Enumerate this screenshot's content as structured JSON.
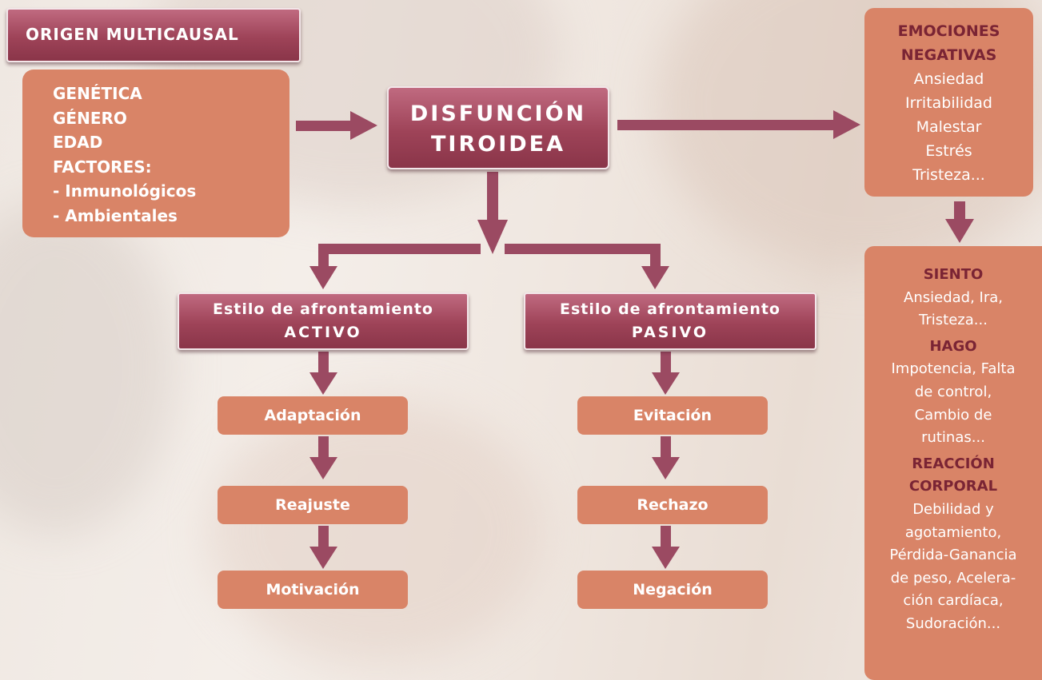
{
  "header": {
    "label": "ORIGEN MULTICAUSAL"
  },
  "origin_factors": [
    "GENÉTICA",
    "GÉNERO",
    "EDAD",
    "FACTORES:",
    "- Inmunológicos",
    "- Ambientales"
  ],
  "center": {
    "line1": "DISFUNCIÓN",
    "line2": "TIROIDEA"
  },
  "active": {
    "line1": "Estilo de afrontamiento",
    "line2": "ACTIVO",
    "steps": [
      "Adaptación",
      "Reajuste",
      "Motivación"
    ]
  },
  "passive": {
    "line1": "Estilo de afrontamiento",
    "line2": "PASIVO",
    "steps": [
      "Evitación",
      "Rechazo",
      "Negación"
    ]
  },
  "emotions": {
    "title1": "EMOCIONES",
    "title2": "NEGATIVAS",
    "items": [
      "Ansiedad",
      "Irritabilidad",
      "Malestar",
      "Estrés",
      "Tristeza..."
    ]
  },
  "effects": {
    "siento_title": "SIENTO",
    "siento": [
      "Ansiedad, Ira,",
      "Tristeza..."
    ],
    "hago_title": "HAGO",
    "hago": [
      "Impotencia, Falta",
      "de control,",
      "Cambio de",
      "rutinas..."
    ],
    "reaccion_title1": "REACCIÓN",
    "reaccion_title2": "CORPORAL",
    "reaccion": [
      "Debilidad y",
      "agotamiento,",
      "Pérdida-Ganancia",
      "de peso, Acelera-",
      "ción cardíaca,",
      "Sudoración..."
    ]
  },
  "colors": {
    "box": "#d98467",
    "title": "#9e4358",
    "arrow": "#9b4a62"
  }
}
